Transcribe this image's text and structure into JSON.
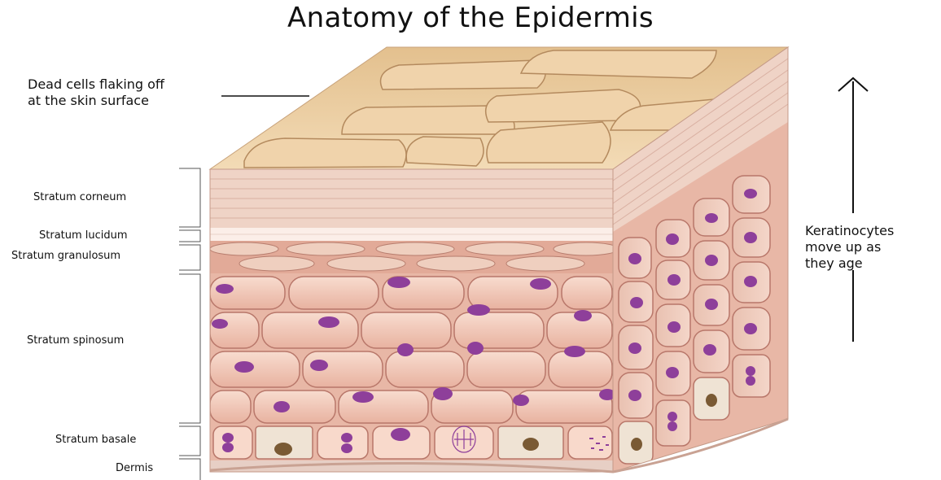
{
  "title": "Anatomy of the Epidermis",
  "surface_callout": {
    "line1": "Dead cells flaking off",
    "line2": "at the skin surface"
  },
  "layers": [
    {
      "key": "corneum",
      "label": "Stratum corneum"
    },
    {
      "key": "lucidum",
      "label": "Stratum lucidum"
    },
    {
      "key": "granulosum",
      "label": "Stratum granulosum"
    },
    {
      "key": "spinosum",
      "label": "Stratum spinosum"
    },
    {
      "key": "basale",
      "label": "Stratum basale"
    },
    {
      "key": "dermis",
      "label": "Dermis"
    }
  ],
  "side_note": {
    "line1": "Keratinocytes",
    "line2": "move up as",
    "line3": "they age"
  },
  "colors": {
    "surface": "#e9cfa3",
    "corneum": "#efd3c6",
    "lucidum": "#fbeee8",
    "granulosum": "#efcdbe",
    "cell": "#f2c9b8",
    "cell_edge": "#b8776a",
    "nucleus": "#8e3f9a",
    "dermis": "#e7cfc5",
    "basal_brown": "#7a5a34",
    "line": "#111111"
  }
}
